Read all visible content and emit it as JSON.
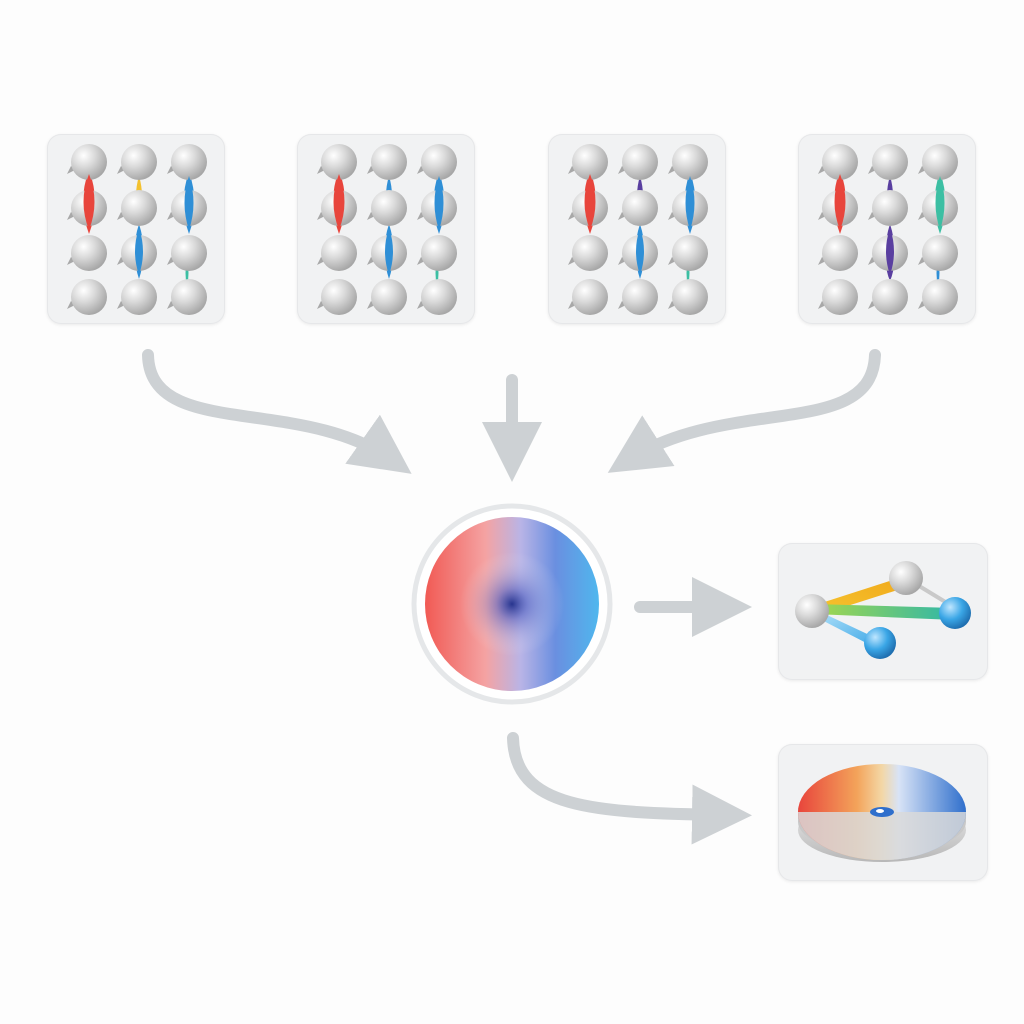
{
  "colors": {
    "background": "#fdfdfd",
    "card": "#f1f2f3",
    "atom": "#c9c9c9",
    "arrow": "#cdd1d4",
    "red": "#e8453c",
    "blue": "#2f8fd6",
    "yellow": "#f3c12f",
    "teal": "#3cbfa3",
    "purple": "#5a3fa0"
  },
  "diagram": {
    "lattices": [
      {
        "name": "lattice-1",
        "variant": "red-blue-yellow"
      },
      {
        "name": "lattice-2",
        "variant": "red-blue-violet"
      },
      {
        "name": "lattice-3",
        "variant": "red-blue-purple"
      },
      {
        "name": "lattice-4",
        "variant": "red-purple-green"
      }
    ],
    "hub": {
      "name": "gradient-disc",
      "gradient_from": "#e8453c",
      "gradient_to": "#2f8fd6"
    },
    "outputs": [
      {
        "name": "atom-graph-output",
        "icon": "molecule-icon"
      },
      {
        "name": "color-wheel-output",
        "icon": "color-wheel-icon"
      }
    ]
  }
}
